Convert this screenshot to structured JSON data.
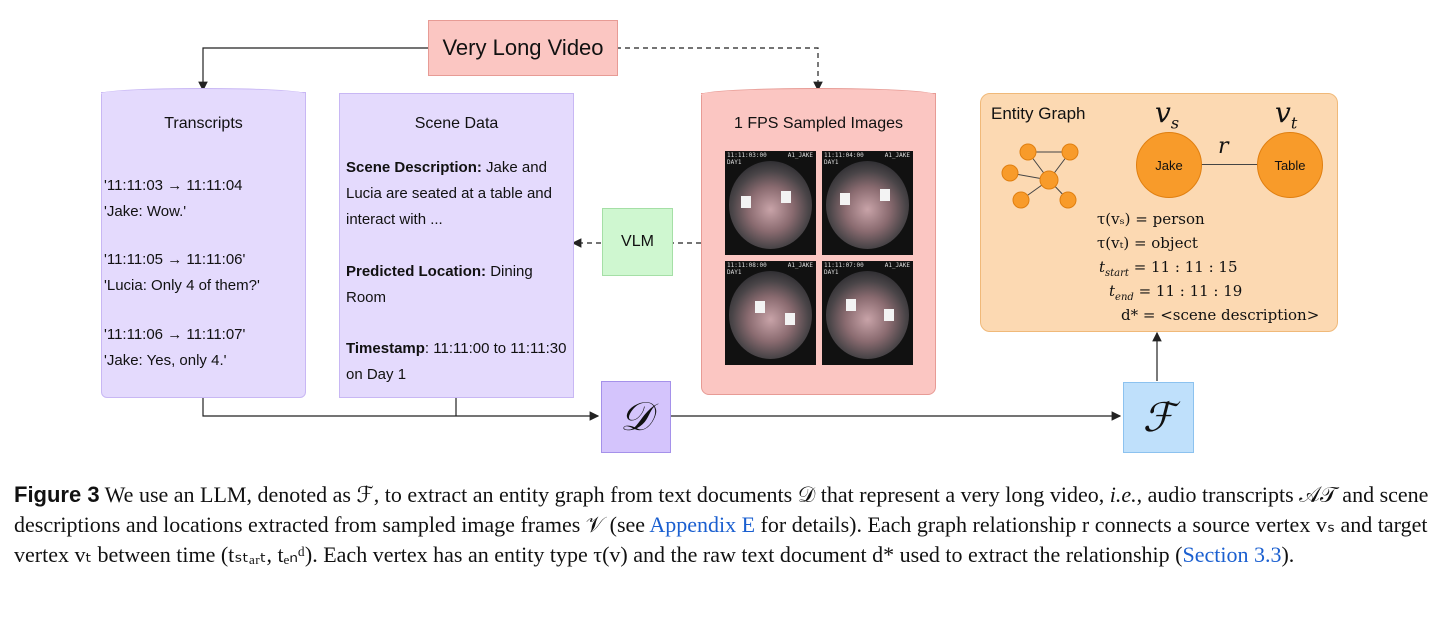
{
  "title_node": "Very Long Video",
  "transcripts": {
    "title": "Transcripts",
    "lines": [
      "'11:11:03 → 11:11:04",
      " 'Jake: Wow.'",
      "'11:11:05 → 11:11:06'",
      "'Lucia: Only 4 of them?'",
      "'11:11:06 → 11:11:07'",
      " 'Jake: Yes, only 4.'"
    ]
  },
  "scene": {
    "title": "Scene Data",
    "desc_label": "Scene Description:",
    "desc_text": " Jake and Lucia are seated at a table and interact with ...",
    "loc_label": "Predicted Location:",
    "loc_text": " Dining Room",
    "ts_label": "Timestamp",
    "ts_text": ": 11:11:00 to 11:11:30 on Day 1"
  },
  "vlm": "VLM",
  "images": {
    "title": "1 FPS Sampled Images",
    "frames": [
      {
        "time": "11:11:03:00",
        "day": "DAY1",
        "cam": "A1_JAKE"
      },
      {
        "time": "11:11:04:00",
        "day": "DAY1",
        "cam": "A1_JAKE"
      },
      {
        "time": "11:11:08:00",
        "day": "DAY1",
        "cam": "A1_JAKE"
      },
      {
        "time": "11:11:07:00",
        "day": "DAY1",
        "cam": "A1_JAKE"
      }
    ]
  },
  "d_symbol": "𝒟",
  "f_symbol": "ℱ",
  "graph": {
    "title": "Entity Graph",
    "vs": "v",
    "vs_sub": "s",
    "vt": "v",
    "vt_sub": "t",
    "rel": "r",
    "node_left": "Jake",
    "node_right": "Table",
    "eq1": "τ(vₛ) = person",
    "eq2": "τ(vₜ) = object",
    "eq3_lhs": "t",
    "eq3_sub": "start",
    "eq3_rhs": " = 11 : 11 : 15",
    "eq4_lhs": "t",
    "eq4_sub": "end",
    "eq4_rhs": " = 11 : 11 : 19",
    "eq5": "d* = <scene description>"
  },
  "caption": {
    "fig": "Figure 3",
    "p1": "  We use an LLM, denoted as ℱ, to extract an entity graph from text documents 𝒟 that represent a very long video, ",
    "ie": "i.e.",
    "p2": ", audio transcripts 𝒜𝒯 and scene descriptions and locations extracted from sampled image frames 𝒱 (see ",
    "link1": "Appendix E",
    "p3": " for details). Each graph relationship r connects a source vertex vₛ and target vertex vₜ between time (tₛₜₐᵣₜ, tₑₙᵈ). Each vertex has an entity type τ(v) and the raw text document d* used to extract the relationship (",
    "link2": "Section 3.3",
    "p4": ")."
  }
}
